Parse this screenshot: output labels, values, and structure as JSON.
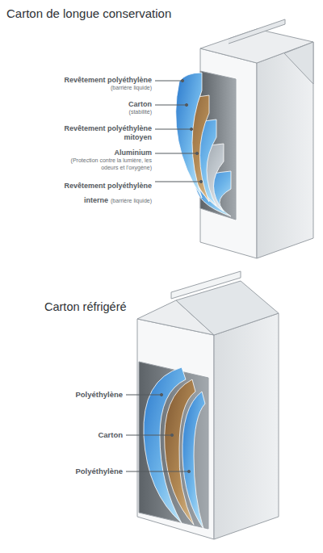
{
  "diagram": {
    "title": "Carton de longue conservation",
    "labels": [
      "Revêtement polyéthylène",
      "(barrière liquide)",
      "Carton",
      "(stabilité)",
      "Revêtement polyéthylène mitoyen",
      "Aluminium",
      "(Protection contre la lumière, les odeurs et l'oxygène)",
      "Revêtement polyéthylène interne",
      "(barrière liquide)",
      "Carton réfrigéré",
      "Polyéthylène",
      "Carton",
      "Polyéthylène"
    ]
  }
}
